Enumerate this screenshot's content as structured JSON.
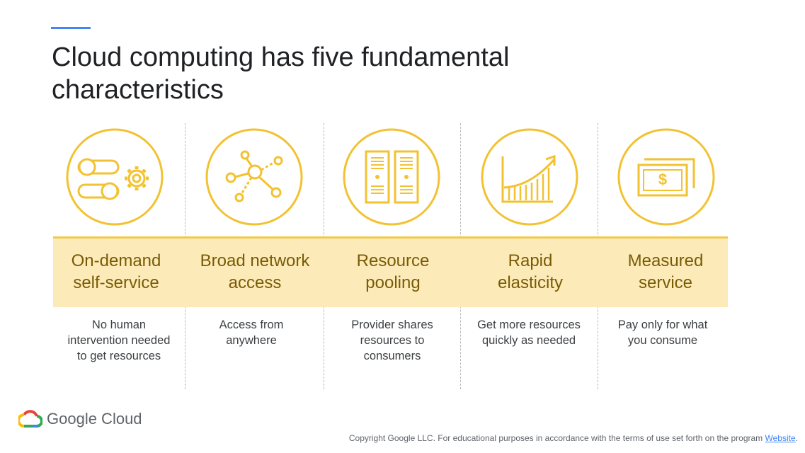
{
  "title": "Cloud computing has five fundamental characteristics",
  "accent_color": "#4285f4",
  "icon_color": "#f2c232",
  "band_color": "#fcebb8",
  "columns": [
    {
      "label_line1": "On-demand",
      "label_line2": "self-service",
      "desc": [
        "No human",
        "intervention needed",
        "to get resources"
      ],
      "icon": "toggle-gear-icon"
    },
    {
      "label_line1": "Broad network",
      "label_line2": "access",
      "desc": [
        "Access from",
        "anywhere"
      ],
      "icon": "network-icon"
    },
    {
      "label_line1": "Resource",
      "label_line2": "pooling",
      "desc": [
        "Provider shares",
        "resources to",
        "consumers"
      ],
      "icon": "server-racks-icon"
    },
    {
      "label_line1": "Rapid",
      "label_line2": "elasticity",
      "desc": [
        "Get more resources",
        "quickly as needed"
      ],
      "icon": "growth-chart-icon"
    },
    {
      "label_line1": "Measured",
      "label_line2": "service",
      "desc": [
        "Pay only for what",
        "you consume"
      ],
      "icon": "money-bill-icon"
    }
  ],
  "footer": {
    "logo_text": "Google Cloud",
    "copyright": "Copyright Google LLC. For educational purposes in accordance with the terms of use set forth on the program ",
    "link_text": "Website",
    "period": "."
  }
}
